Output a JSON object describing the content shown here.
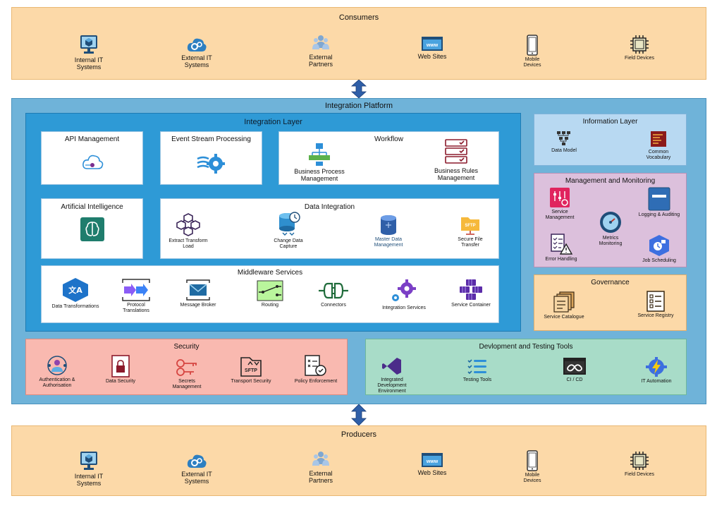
{
  "consumers": {
    "title": "Consumers",
    "items": [
      {
        "label": "Internal IT Systems",
        "icon": "monitor-cube-icon"
      },
      {
        "label": "External IT Systems",
        "icon": "cloud-gear-icon"
      },
      {
        "label": "External Partners",
        "icon": "people-icon"
      },
      {
        "label": "Web Sites",
        "icon": "www-browser-icon"
      },
      {
        "label": "Mobile Devices",
        "icon": "mobile-phone-icon"
      },
      {
        "label": "Field Devices",
        "icon": "chip-icon"
      }
    ]
  },
  "producers": {
    "title": "Producers",
    "items": [
      {
        "label": "Internal IT Systems",
        "icon": "monitor-cube-icon"
      },
      {
        "label": "External IT Systems",
        "icon": "cloud-gear-icon"
      },
      {
        "label": "External Partners",
        "icon": "people-icon"
      },
      {
        "label": "Web Sites",
        "icon": "www-browser-icon"
      },
      {
        "label": "Mobile Devices",
        "icon": "mobile-phone-icon"
      },
      {
        "label": "Field Devices",
        "icon": "chip-icon"
      }
    ]
  },
  "platform": {
    "title": "Integration Platform"
  },
  "integration_layer": {
    "title": "Integration Layer",
    "api_management": {
      "title": "API Management"
    },
    "event_stream": {
      "title": "Event Stream Processing"
    },
    "workflow": {
      "title": "Workflow",
      "items": [
        "Business Process Management",
        "Business Rules Management"
      ]
    },
    "ai": {
      "title": "Artificial Intelligence"
    },
    "data_integration": {
      "title": "Data Integration",
      "items": [
        "Extract Transform Load",
        "Change Data Capture",
        "Master Data Management",
        "Secure File Transfer"
      ],
      "sftp_text": "SFTP"
    },
    "middleware": {
      "title": "Middleware Services",
      "items": [
        "Data Transformations",
        "Protocol Translations",
        "Message Broker",
        "Routing",
        "Connectors",
        "Integration Services",
        "Service Container"
      ],
      "translate_glyph": "文A"
    }
  },
  "information_layer": {
    "title": "Information Layer",
    "items": [
      "Data Model",
      "Common Vocabulary"
    ]
  },
  "management": {
    "title": "Management and Monitoring",
    "items": [
      "Service Management",
      "Metrics Monitoring",
      "Logging & Auditing",
      "Error Handling",
      "Job Scheduling"
    ]
  },
  "governance": {
    "title": "Governance",
    "items": [
      "Service Catalogue",
      "Service Registry"
    ]
  },
  "security": {
    "title": "Security",
    "items": [
      "Authentication & Authorisation",
      "Data Security",
      "Secrets Management",
      "Transport Security",
      "Policy Enforcement"
    ],
    "sftp_text": "SFTP"
  },
  "devtools": {
    "title": "Devlopment and Testing Tools",
    "items": [
      "Integrated Development Environment",
      "Testing Tools",
      "CI / CD",
      "IT Automation"
    ]
  },
  "colors": {
    "peach": "#fcd9a8",
    "platform": "#6fb3d9",
    "integration": "#2e9ad6",
    "arrow": "#2f5fa8"
  }
}
